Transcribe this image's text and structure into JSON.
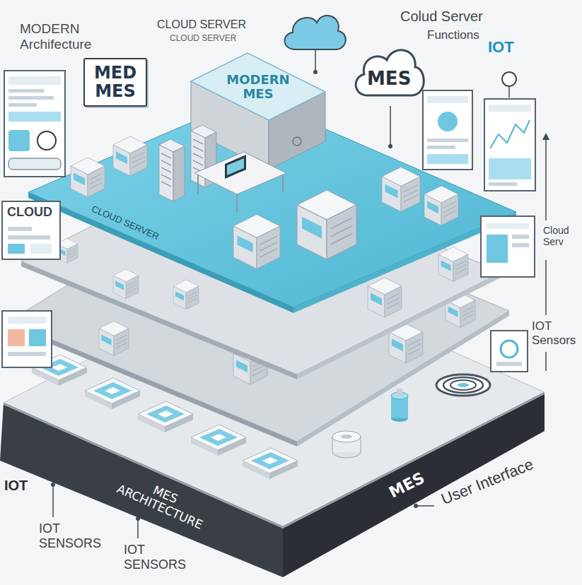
{
  "diagram": {
    "nodes": [
      {
        "text": [
          "MED MES"
        ]
      },
      {
        "text": [
          "MODERN MES"
        ]
      },
      {
        "text": [
          "MES"
        ]
      },
      {
        "text": [
          "MES ARCHITECTURE",
          "MES"
        ]
      }
    ],
    "labels": [
      "MODERN Archifecture",
      "CLOUD SERVER",
      "CLOUD SERVER",
      "Colud Server",
      "Functions",
      "IOT",
      "CLOUD SERVER",
      "CLOUD",
      "Cloud Serv",
      "IOT Sensors",
      "IOT",
      "IOT SENSORS",
      "IOT SENSORS",
      "User Interface"
    ]
  }
}
